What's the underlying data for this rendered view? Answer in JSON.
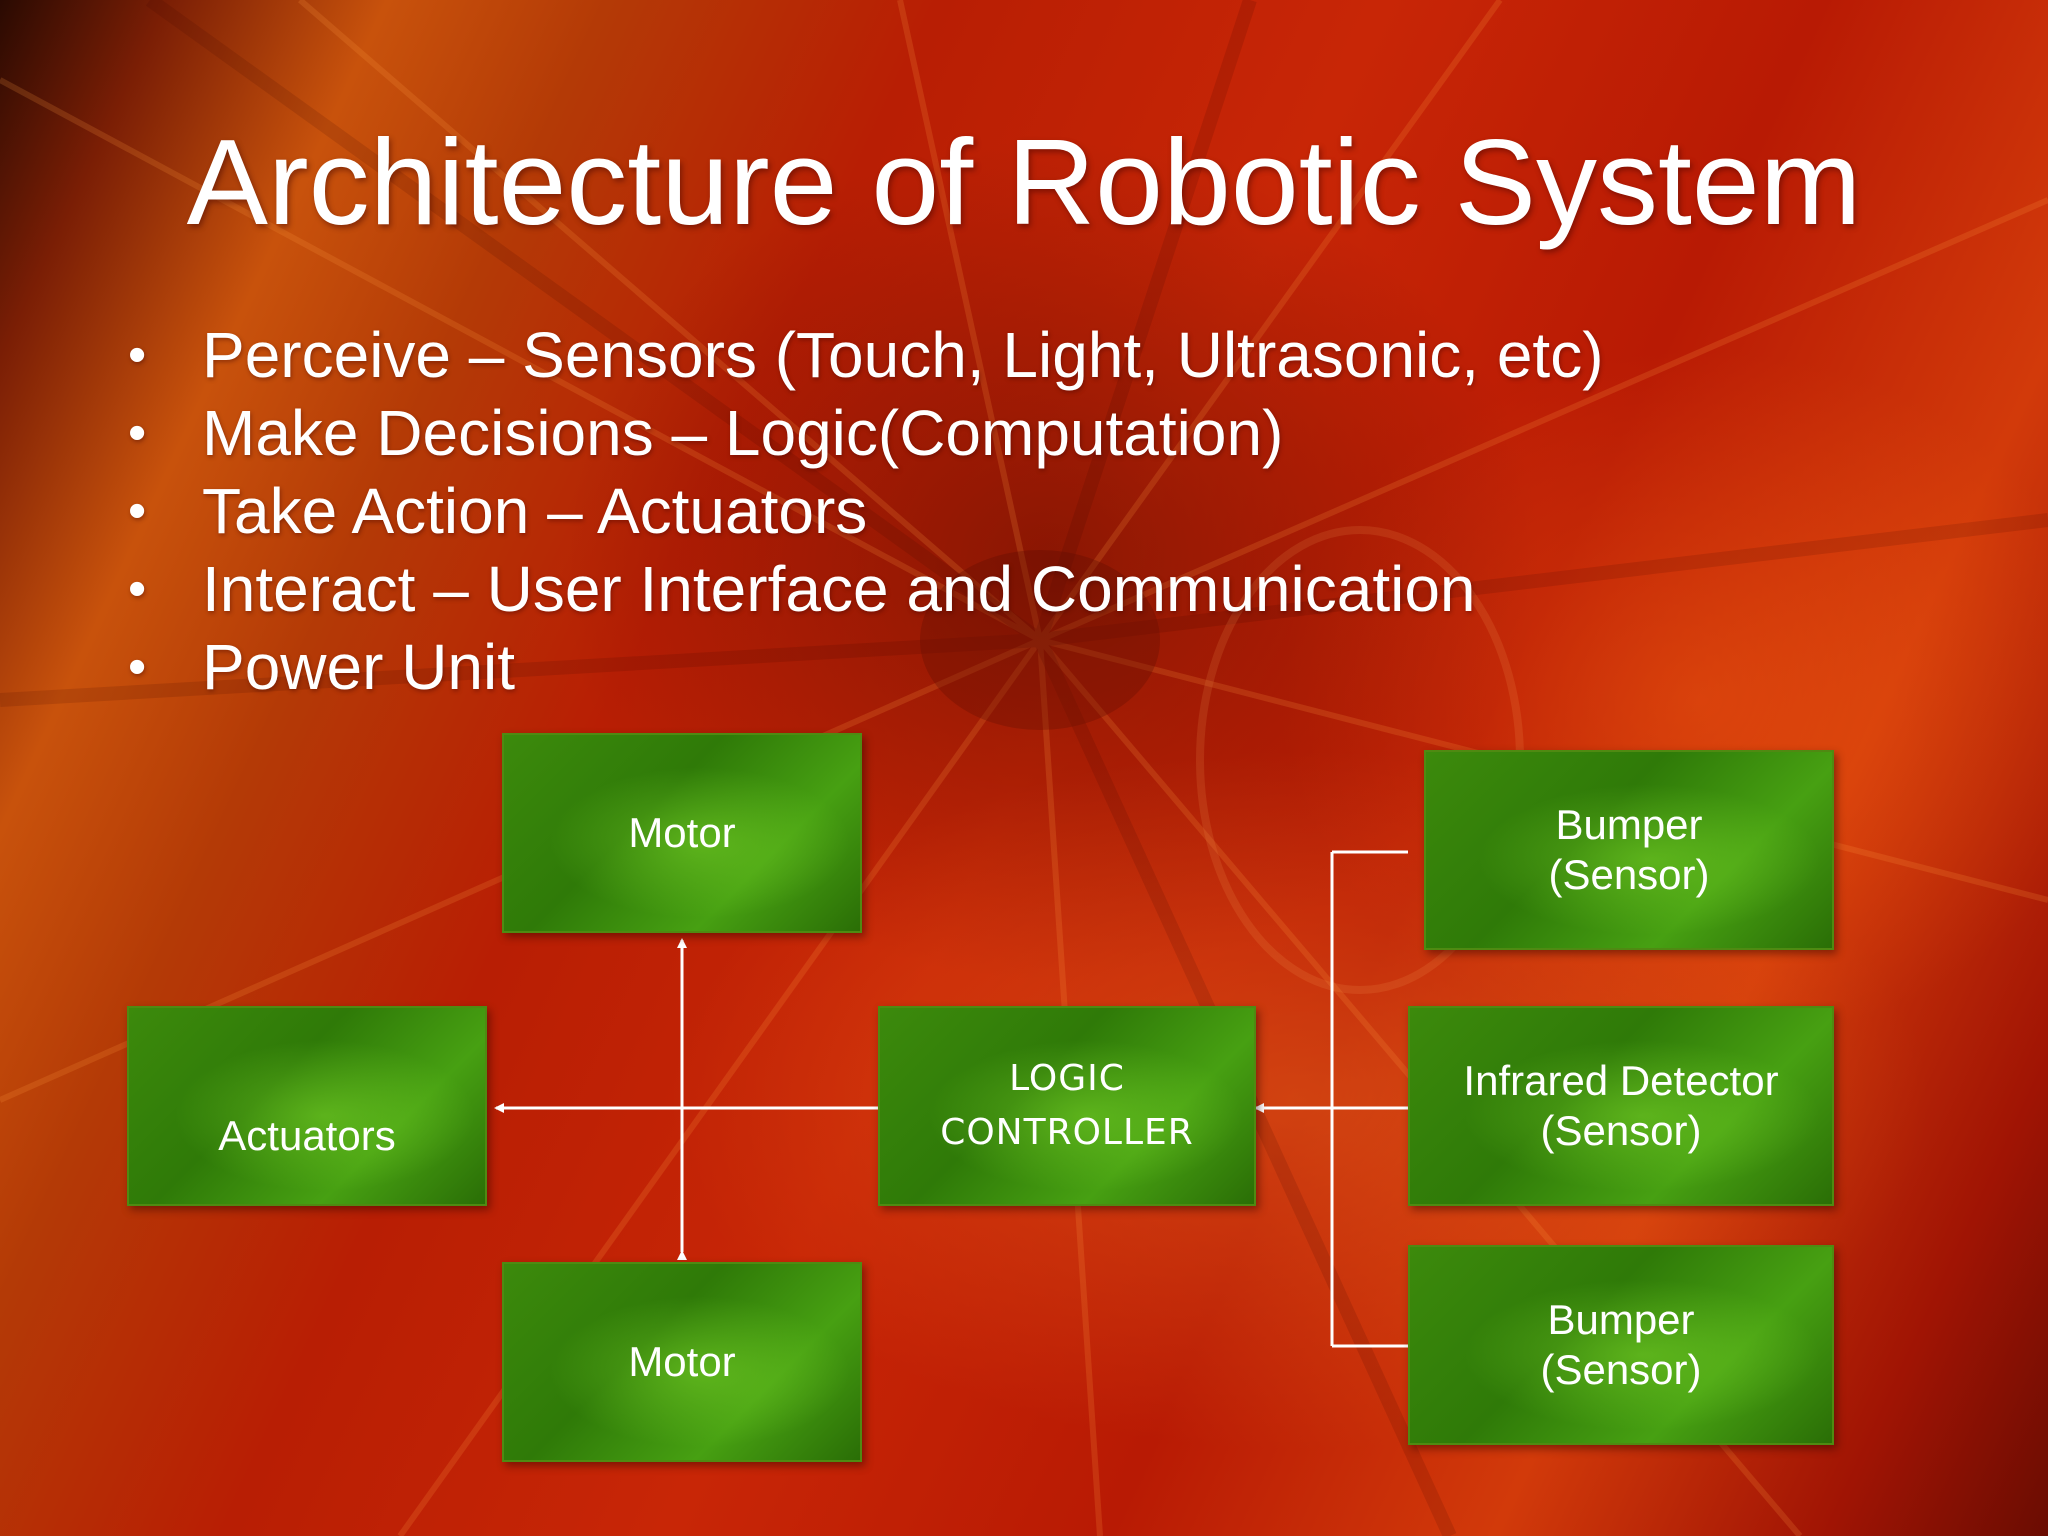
{
  "slide": {
    "title": "Architecture of Robotic System",
    "bullet_glyph": "•",
    "bullets": [
      "Perceive – Sensors (Touch, Light, Ultrasonic, etc)",
      "Make Decisions – Logic(Computation)",
      "Take Action – Actuators",
      "Interact – User Interface and Communication",
      "Power Unit"
    ]
  },
  "diagram": {
    "motor_top": {
      "line1": "Motor"
    },
    "motor_bottom": {
      "line1": "Motor"
    },
    "actuators": {
      "line1": "Actuators"
    },
    "logic_controller": {
      "line1": "LOGIC",
      "line2": "CONTROLLER"
    },
    "bumper_top": {
      "line1": "Bumper",
      "line2": "(Sensor)"
    },
    "infrared_detector": {
      "line1": "Infrared Detector",
      "line2": "(Sensor)"
    },
    "bumper_bottom": {
      "line1": "Bumper",
      "line2": "(Sensor)"
    }
  },
  "colors": {
    "box_green": "#3c8a0c",
    "connector": "#ffffff",
    "text": "#ffffff"
  }
}
